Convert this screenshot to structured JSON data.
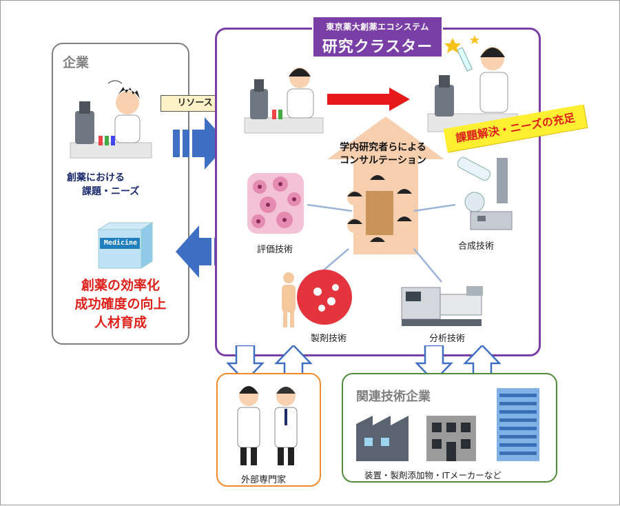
{
  "company": {
    "title": "企業",
    "issue_line1": "創薬における",
    "issue_line2": "課題・ニーズ",
    "medicine_label": "Medicine",
    "outcomes": [
      "創薬の効率化",
      "成功確度の向上",
      "人材育成"
    ]
  },
  "resource_label": "リソース",
  "cluster": {
    "subtitle": "東京薬大創薬エコシステム",
    "title": "研究クラスター",
    "consult_line1": "学内研究者らによる",
    "consult_line2": "コンサルテーション",
    "solution": "課題解決・ニーズの充足",
    "techniques": {
      "evaluation": "評価技術",
      "synthesis": "合成技術",
      "formulation": "製剤技術",
      "analysis": "分析技術"
    }
  },
  "experts": {
    "label": "外部専門家"
  },
  "tech_companies": {
    "title": "関連技術企業",
    "caption": "装置・製剤添加物・ITメーカーなど"
  },
  "colors": {
    "cluster_purple": "#7a3fa6",
    "blue_arrow": "#3f6fc2",
    "red": "#e0201a",
    "orange": "#f08a2a",
    "green": "#4e8c3a",
    "gray": "#7f7f7f"
  }
}
